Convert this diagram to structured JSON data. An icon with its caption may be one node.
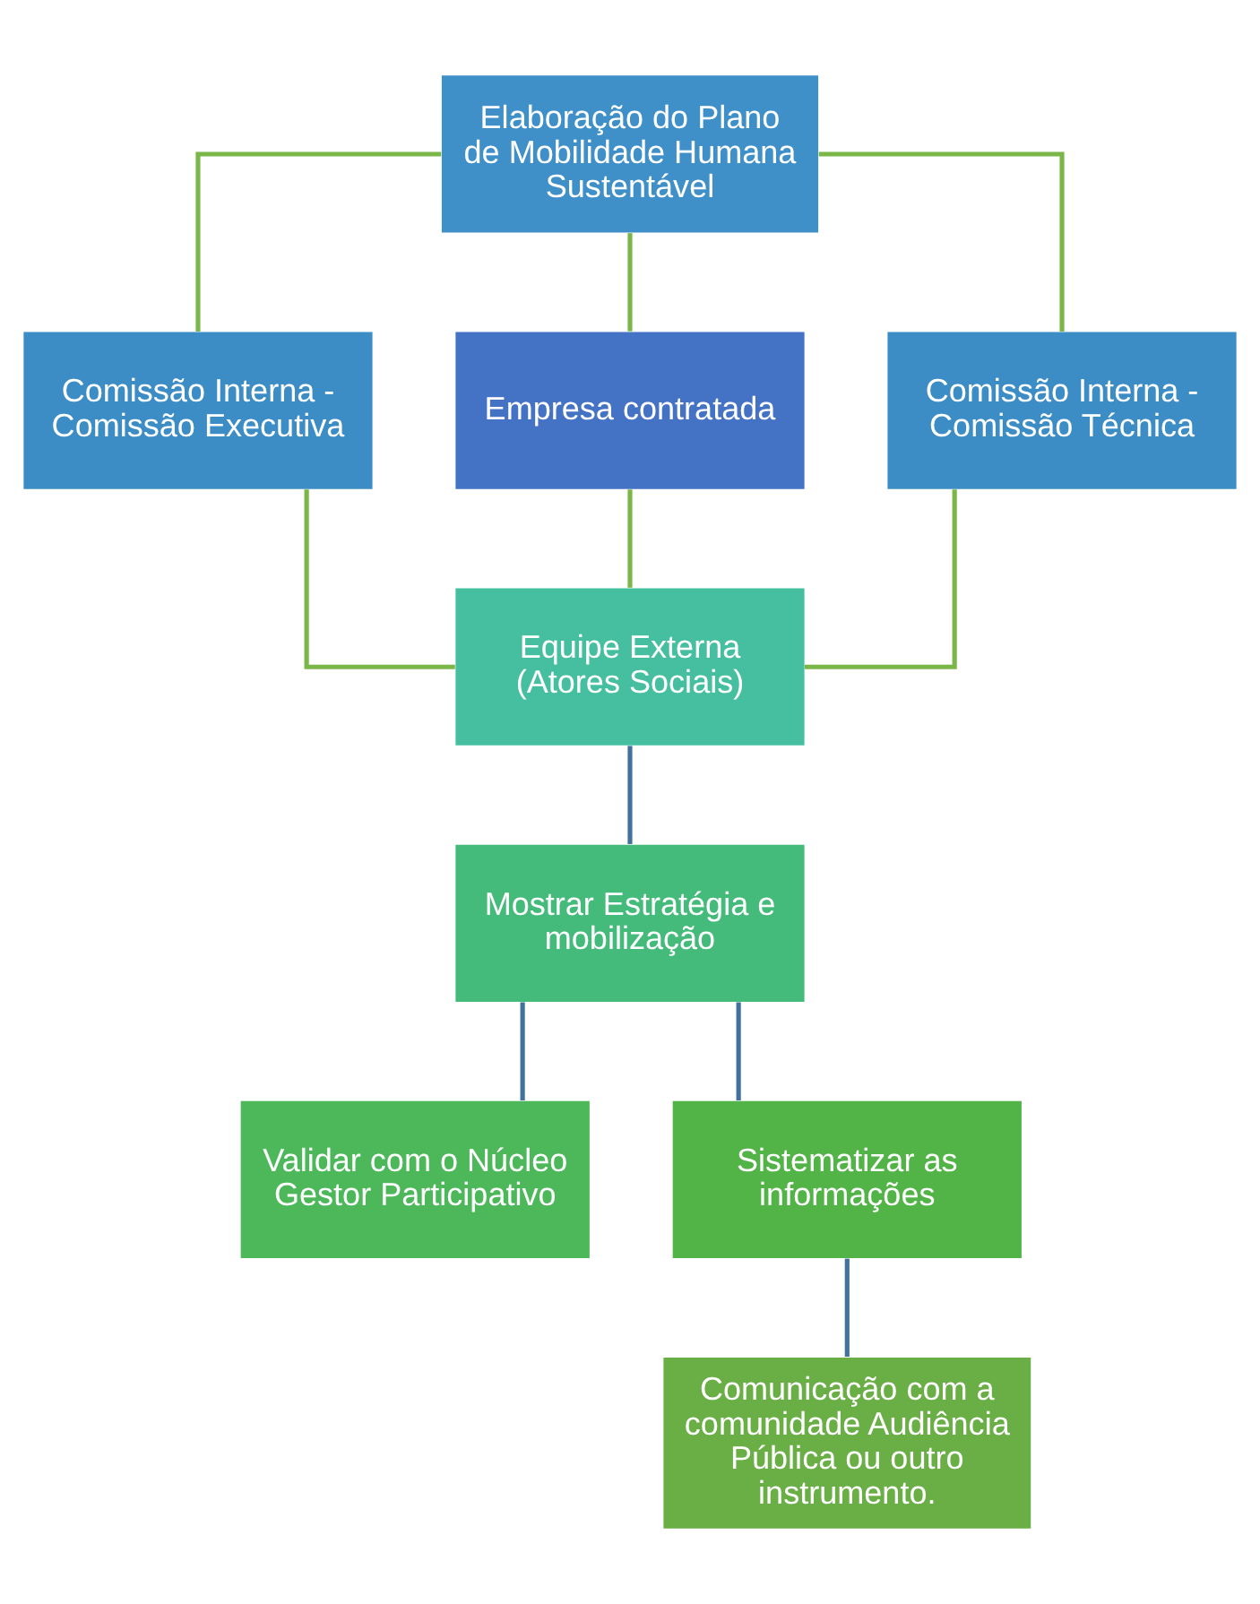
{
  "diagram": {
    "nodes": [
      {
        "text": [
          "Elaboração do Plano de Mobilidade Humana Sustentável"
        ]
      },
      {
        "text": [
          "Comissão Interna - Comissão Executiva"
        ]
      },
      {
        "text": [
          "Empresa contratada"
        ]
      },
      {
        "text": [
          "Comissão Interna - Comissão Técnica"
        ]
      },
      {
        "text": [
          "Equipe Externa (Atores Sociais)"
        ]
      },
      {
        "text": [
          "Mostrar Estratégia e mobilização"
        ]
      },
      {
        "text": [
          "Validar com o Núcleo Gestor Participativo"
        ]
      },
      {
        "text": [
          "Sistematizar as informações"
        ]
      },
      {
        "text": [
          "Comunicação com a comunidade Audiência Pública ou outro instrumento."
        ]
      }
    ],
    "edges": [
      {
        "from": 0,
        "to": 1,
        "arrow": "none"
      },
      {
        "from": 0,
        "to": 2,
        "arrow": "none"
      },
      {
        "from": 0,
        "to": 3,
        "arrow": "none"
      },
      {
        "from": 1,
        "to": 4,
        "arrow": "none"
      },
      {
        "from": 2,
        "to": 4,
        "arrow": "none"
      },
      {
        "from": 3,
        "to": 4,
        "arrow": "none"
      },
      {
        "from": 4,
        "to": 5,
        "arrow": "none",
        "color": "#41719c"
      },
      {
        "from": 5,
        "to": 6,
        "arrow": "none",
        "color": "#41719c"
      },
      {
        "from": 5,
        "to": 7,
        "arrow": "none",
        "color": "#41719c"
      },
      {
        "from": 7,
        "to": 8,
        "arrow": "none",
        "color": "#41719c"
      }
    ]
  }
}
